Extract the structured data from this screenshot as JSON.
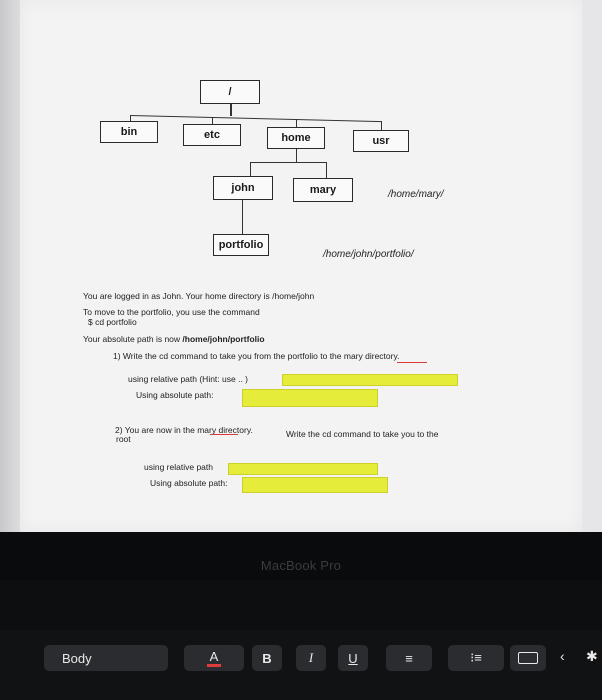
{
  "diagram": {
    "root": "/",
    "level1": [
      "bin",
      "etc",
      "home",
      "usr"
    ],
    "level2": [
      "john",
      "mary"
    ],
    "level3": [
      "portfolio"
    ],
    "path_mary": "/home/mary/",
    "path_portfolio": "/home/john/portfolio/"
  },
  "document": {
    "line1": "You are logged in as John. Your home directory is /home/john",
    "line2": "To move to the portfolio, you use the command",
    "line3": "$ cd portfolio",
    "line4_prefix": "Your absolute path is now ",
    "line4_bold": "/home/john/portfolio",
    "q1": "1)  Write the cd command to take you from the portfolio to the mary directory.",
    "q1_rel": "using relative path (Hint: use .. )",
    "q1_abs": "Using absolute path:",
    "q2_a": "2)  You are now in the mary directory.",
    "q2_b": "Write the cd command to take you to the",
    "q2_c": "root",
    "q2_rel": "using relative path",
    "q2_abs": "Using absolute path:"
  },
  "device": {
    "brand": "MacBook Pro"
  },
  "touchbar": {
    "style": "Body",
    "font_color": "A",
    "bold": "B",
    "italic": "I",
    "underline": "U",
    "align": "≡",
    "list": "⁝≡",
    "back": "‹",
    "brightness": "✱"
  },
  "colors": {
    "highlight": "#e5ec3a",
    "underline_red": "#d63a3a"
  }
}
